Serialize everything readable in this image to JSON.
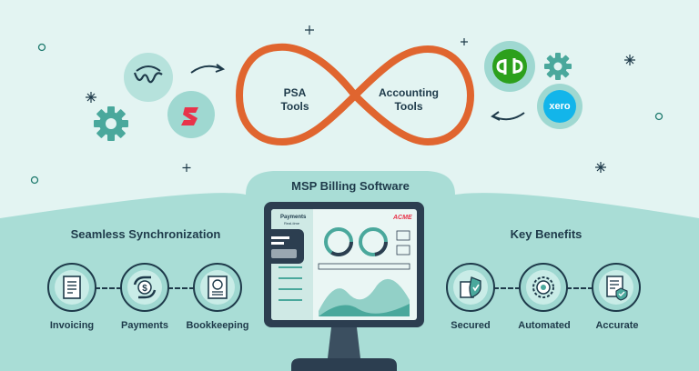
{
  "loop": {
    "left_label": "PSA\nTools",
    "right_label": "Accounting\nTools"
  },
  "software": {
    "title": "MSP Billing Software",
    "screen_tab": "Payments",
    "screen_tab_sub": "Real-time",
    "screen_brand": "ACME"
  },
  "sync": {
    "title": "Seamless Synchronization",
    "items": [
      {
        "label": "Invoicing",
        "icon": "invoice-icon"
      },
      {
        "label": "Payments",
        "icon": "payment-cycle-icon"
      },
      {
        "label": "Bookkeeping",
        "icon": "ledger-icon"
      }
    ]
  },
  "benefits": {
    "title": "Key Benefits",
    "items": [
      {
        "label": "Secured",
        "icon": "shield-check-icon"
      },
      {
        "label": "Automated",
        "icon": "automation-icon"
      },
      {
        "label": "Accurate",
        "icon": "checked-document-icon"
      }
    ]
  },
  "logos": {
    "left": [
      "wiggle-logo",
      "gear-icon",
      "s-logo"
    ],
    "right": [
      "quickbooks-logo",
      "gear-icon",
      "xero-logo"
    ],
    "xero_text": "xero"
  },
  "colors": {
    "background_top": "#e3f4f2",
    "background_bottom": "#9fd8d1",
    "loop": "#e0652f",
    "text": "#1e3a4a",
    "quickbooks": "#2ca01c",
    "xero": "#13b5ea",
    "s_logo": "#e8334a"
  }
}
